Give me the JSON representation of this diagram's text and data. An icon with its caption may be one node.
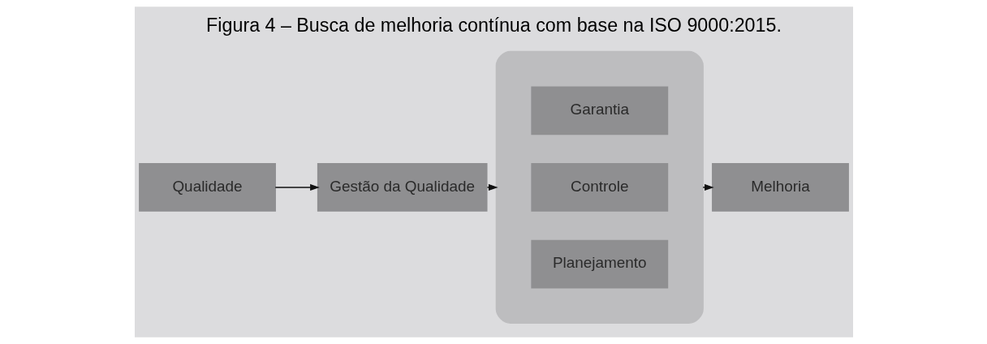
{
  "diagram": {
    "title": "Figura 4 – Busca de melhoria contínua com base na ISO 9000:2015.",
    "nodes": [
      {
        "text": [
          "Qualidade"
        ]
      },
      {
        "text": [
          "Gestão da Qualidade"
        ]
      },
      {
        "text": [],
        "shape": "ellipse"
      },
      {
        "text": [
          "Planejamento"
        ],
        "in": 2
      },
      {
        "text": [
          "Controle"
        ],
        "in": 2
      },
      {
        "text": [
          "Garantia"
        ],
        "in": 2
      },
      {
        "text": [
          "Melhoria"
        ]
      }
    ],
    "edges": [
      {
        "from": 0,
        "to": 1,
        "arrow": "to"
      },
      {
        "from": 1,
        "to": 2,
        "arrow": "to"
      },
      {
        "from": 2,
        "to": 6,
        "arrow": "to"
      }
    ]
  }
}
